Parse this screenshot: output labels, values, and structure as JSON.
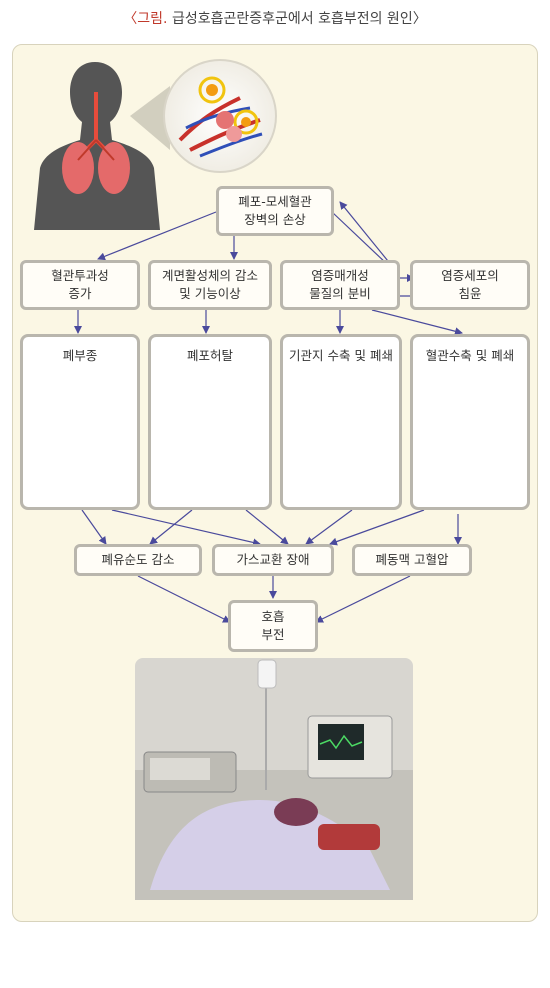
{
  "header": {
    "lead": "〈그림.",
    "title": "급성호흡곤란증후군에서 호흡부전의 원인〉"
  },
  "nodes": {
    "alveolar_damage": "폐포-모세혈관\n장벽의 손상",
    "vascular_permeability": "혈관투과성\n증가",
    "surfactant": "계면활성체의 감소\n및 기능이상",
    "mediator_release": "염증매개성\n물질의 분비",
    "inflammatory_infiltration": "염증세포의\n침윤",
    "pulmonary_edema": "폐부종",
    "alveolar_collapse": "폐포허탈",
    "bronchoconstriction": "기관지 수축 및 폐쇄",
    "vasoconstriction": "혈관수축 및 폐쇄",
    "compliance": "폐유순도 감소",
    "gas_exchange": "가스교환 장애",
    "pulmonary_hypertension": "폐동맥 고혈압",
    "respiratory_failure": "호흡\n부전"
  },
  "colors": {
    "arrow": "#4a4a9c",
    "box_border": "#b9b6ad",
    "vessel_red": "#c8312b",
    "vessel_blue": "#2f4fb8"
  }
}
